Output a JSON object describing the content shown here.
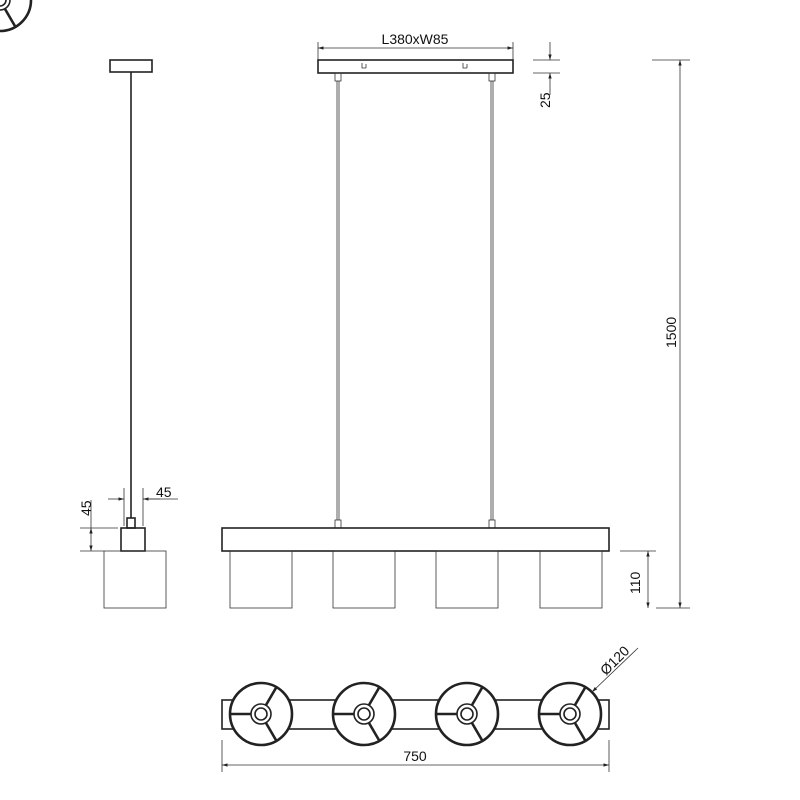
{
  "dimensions": {
    "canopy": "L380xW85",
    "canopy_height": "25",
    "total_height": "1500",
    "shade_height": "110",
    "shade_diameter": "Ø120",
    "total_length": "750",
    "holder_width": "45",
    "holder_height": "45"
  }
}
